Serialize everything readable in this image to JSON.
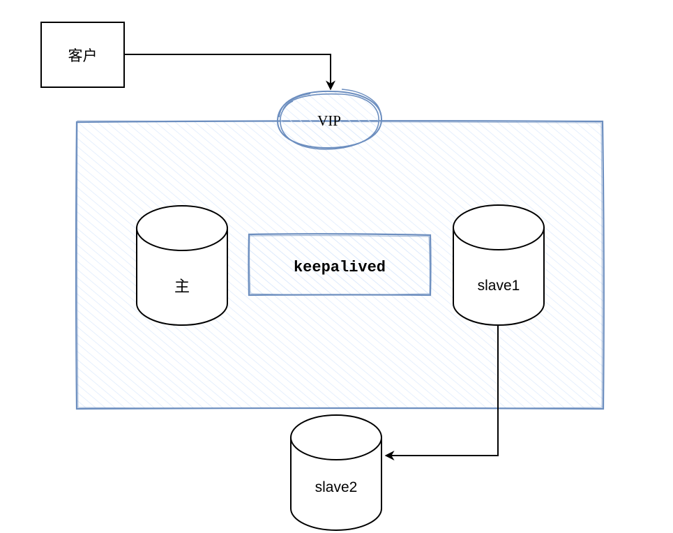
{
  "diagram": {
    "title": "",
    "colors": {
      "stroke_black": "#000000",
      "cluster_stroke": "#6c8ebf",
      "cluster_hatch": "#dae8fc",
      "background": "#ffffff"
    },
    "nodes": {
      "client": {
        "label": "客户",
        "shape": "rectangle"
      },
      "vip": {
        "label": "VIP",
        "shape": "ellipse-sketch"
      },
      "cluster": {
        "label": "",
        "shape": "rectangle-sketch-hatched"
      },
      "keepalived": {
        "label": "keepalived",
        "shape": "rectangle-sketch"
      },
      "master_db": {
        "label": "主",
        "shape": "cylinder"
      },
      "slave1_db": {
        "label": "slave1",
        "shape": "cylinder"
      },
      "slave2_db": {
        "label": "slave2",
        "shape": "cylinder"
      }
    },
    "edges": [
      {
        "from": "client",
        "to": "vip",
        "arrow": "end"
      },
      {
        "from": "slave1_db",
        "to": "slave2_db",
        "arrow": "end"
      }
    ]
  }
}
